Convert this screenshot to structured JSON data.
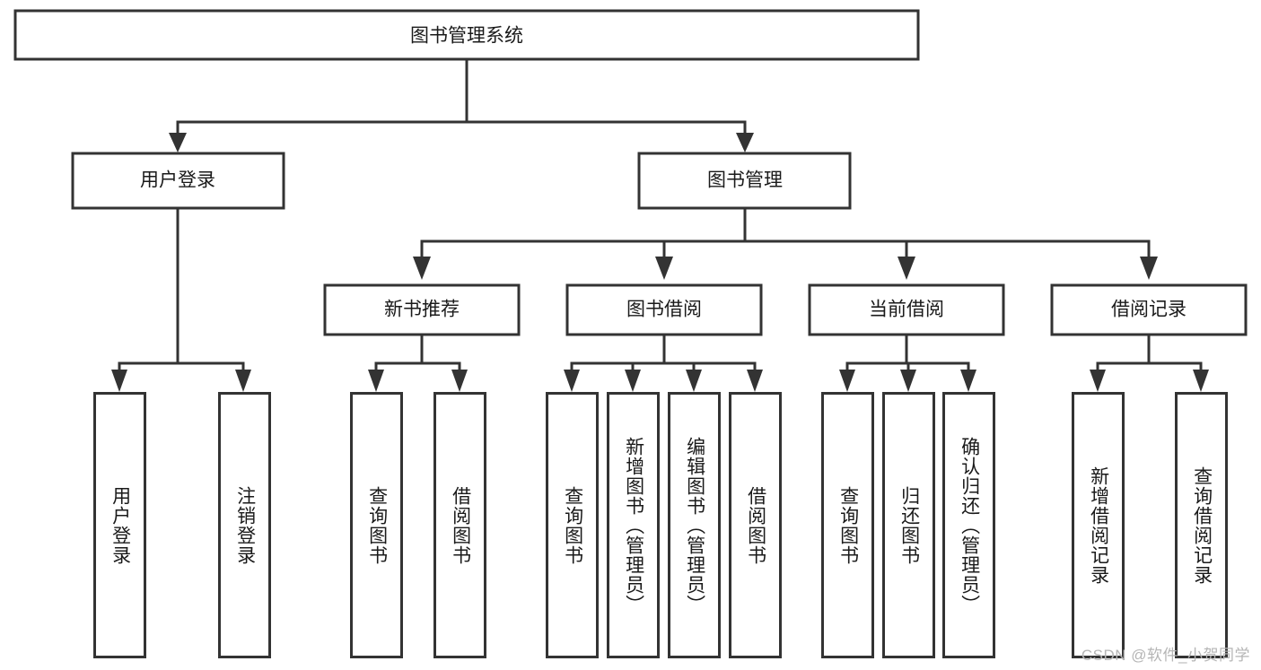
{
  "diagram": {
    "type": "tree-hierarchy",
    "title": "图书管理系统",
    "orientation": "top-down",
    "colors": {
      "box_stroke": "#333333",
      "box_fill": "#ffffff",
      "text": "#1a1a1a",
      "watermark": "#b5b5b5",
      "background": "#ffffff"
    },
    "root": {
      "label": "图书管理系统"
    },
    "level2": [
      {
        "label": "用户登录"
      },
      {
        "label": "图书管理"
      }
    ],
    "level3": [
      {
        "label": "新书推荐"
      },
      {
        "label": "图书借阅"
      },
      {
        "label": "当前借阅"
      },
      {
        "label": "借阅记录"
      }
    ],
    "leaves": {
      "user_login": [
        {
          "label": "用户登录"
        },
        {
          "label": "注销登录"
        }
      ],
      "new_book_recommend": [
        {
          "label": "查询图书"
        },
        {
          "label": "借阅图书"
        }
      ],
      "book_borrow": [
        {
          "label": "查询图书"
        },
        {
          "label": "新增图书（管理员）"
        },
        {
          "label": "编辑图书（管理员）"
        },
        {
          "label": "借阅图书"
        }
      ],
      "current_borrow": [
        {
          "label": "查询图书"
        },
        {
          "label": "归还图书"
        },
        {
          "label": "确认归还（管理员）"
        }
      ],
      "borrow_record": [
        {
          "label": "新增借阅记录"
        },
        {
          "label": "查询借阅记录"
        }
      ]
    },
    "watermark": "CSDN @软件_小贺同学"
  }
}
